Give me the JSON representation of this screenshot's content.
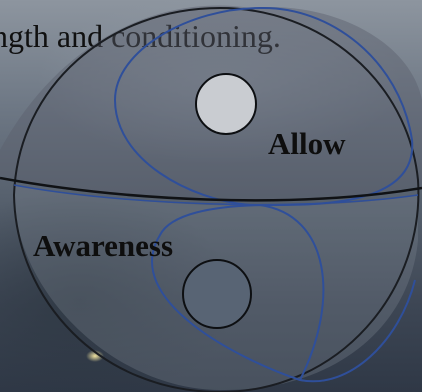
{
  "headline": "ngth and conditioning.",
  "labels": {
    "allow": "Allow",
    "awareness": "Awareness"
  },
  "colors": {
    "outline_dark": "#1a1d22",
    "outline_blue": "#2f4f9a",
    "light_dot": "#c9ccd1",
    "dark_dot": "#586474"
  }
}
